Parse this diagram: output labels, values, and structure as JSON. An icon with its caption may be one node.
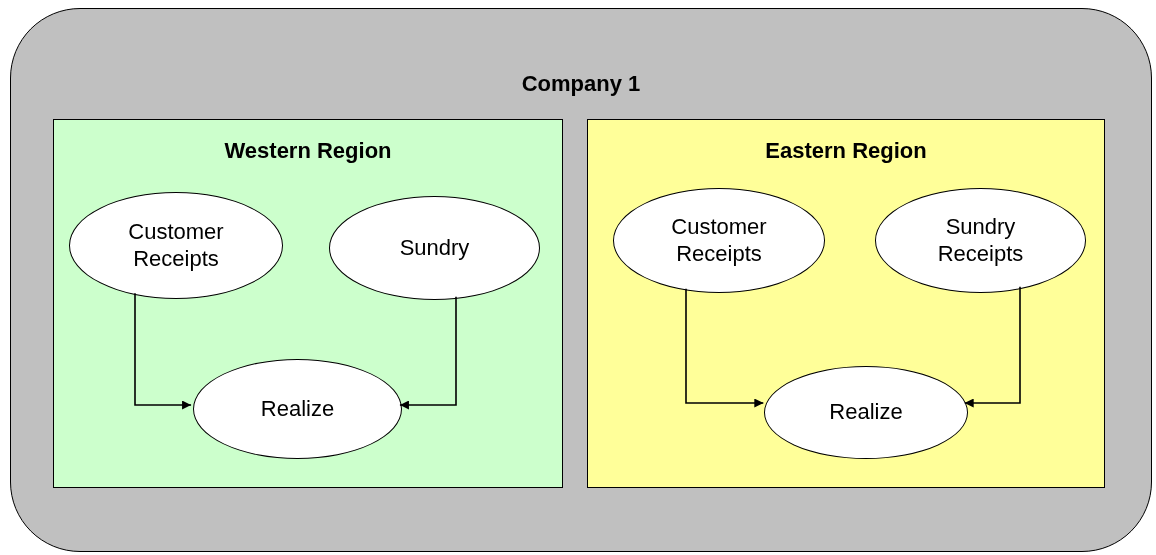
{
  "diagram": {
    "nodes": [
      {
        "text": [
          "Company 1"
        ]
      },
      {
        "text": [
          "Western Region"
        ],
        "in": 0
      },
      {
        "text": [
          "Customer Receipts"
        ],
        "in": 1
      },
      {
        "text": [
          "Sundry"
        ],
        "in": 1
      },
      {
        "text": [
          "Realize"
        ],
        "in": 1
      },
      {
        "text": [
          "Eastern Region"
        ],
        "in": 0
      },
      {
        "text": [
          "Customer Receipts"
        ],
        "in": 5
      },
      {
        "text": [
          "Sundry Receipts"
        ],
        "in": 5
      },
      {
        "text": [
          "Realize"
        ],
        "in": 5
      }
    ],
    "edges": [
      {
        "from": 2,
        "to": 4,
        "arrow": "to"
      },
      {
        "from": 3,
        "to": 4,
        "arrow": "to"
      },
      {
        "from": 6,
        "to": 8,
        "arrow": "to"
      },
      {
        "from": 7,
        "to": 8,
        "arrow": "to"
      }
    ]
  }
}
